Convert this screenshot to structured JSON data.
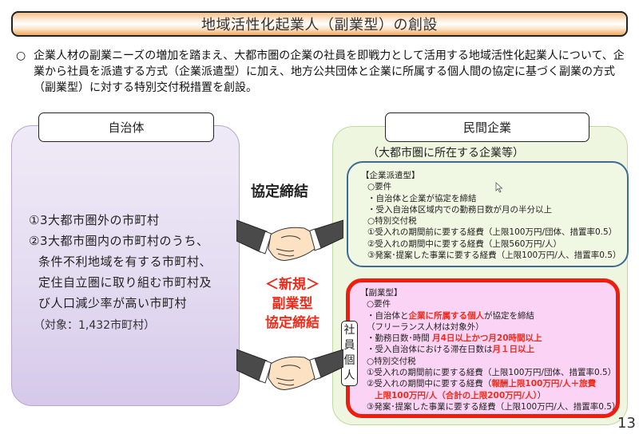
{
  "title": "地域活性化起業人（副業型）の創設",
  "intro": {
    "bullet": "○",
    "text": "企業人材の副業ニーズの増加を踏まえ、大都市圏の企業の社員を即戦力として活用する地域活性化起業人について、企業から社員を派遣する方式（企業派遣型）に加え、地方公共団体と企業に所属する個人間の協定に基づく副業の方式（副業型）に対する特別交付税措置を創設。"
  },
  "left": {
    "tab_label": "自治体",
    "items": [
      "①3大都市圏外の市町村",
      "②3大都市圏内の市町村のうち、",
      "条件不利地域を有する市町村、",
      "定住自立圏に取り組む市町村及",
      "び人口減少率が高い市町村"
    ],
    "target": "（対象：1,432市町村）"
  },
  "middle": {
    "agreement": "協定締結",
    "new_line1": "＜新規＞",
    "new_line2": "副業型",
    "new_line3": "協定締結",
    "employee_label": "社員個人"
  },
  "right": {
    "tab_label": "民間企業",
    "subtitle": "（大都市圏に所在する企業等）",
    "haken": {
      "heading": "【企業派遣型】",
      "req_heading": "○要件",
      "req1": "・自治体と企業が協定を締結",
      "req2": "・受入自治体区域内での勤務日数が月の半分以上",
      "tax_heading": "○特別交付税",
      "tax1": "①受入れの期間前に要する経費（上限100万円/団体、措置率0.5）",
      "tax2": "②受入れの期間中に要する経費（上限560万円/人）",
      "tax3": "③発案･提案した事業に要する経費（上限100万円/人、措置率0.5）"
    },
    "fuku": {
      "heading": "【副業型】",
      "req_heading": "○要件",
      "req1_a": "・自治体と",
      "req1_b": "企業に所属する個人",
      "req1_c": "が協定を締結",
      "req1_note": "（フリーランス人材は対象外）",
      "req2_a": "・勤務日数･時間 ",
      "req2_b": "月4日以上かつ月20時間以上",
      "req3_a": "・受入自治体における滞在日数は",
      "req3_b": "月１日以上",
      "tax_heading": "○特別交付税",
      "tax1": "①受入れの期間前に要する経費（上限100万円/団体、措置率0.5）",
      "tax2_a": "②受入れの期間中に要する経費（",
      "tax2_b": "報酬上限100万円/人＋旅費",
      "tax2_c": "上限100万円/人（合計の上限200万円/人）",
      "tax2_d": "）",
      "tax3": "③発案･提案した事業に要する経費（上限100万円/人、措置率0.5）"
    }
  },
  "page_number": "13",
  "colors": {
    "accent_red": "#ee1d0e",
    "haken_border": "#3e6a93",
    "left_panel": "#e4dcf1",
    "right_panel": "#eef6df",
    "fuku_bg": "#fbd3f5"
  }
}
